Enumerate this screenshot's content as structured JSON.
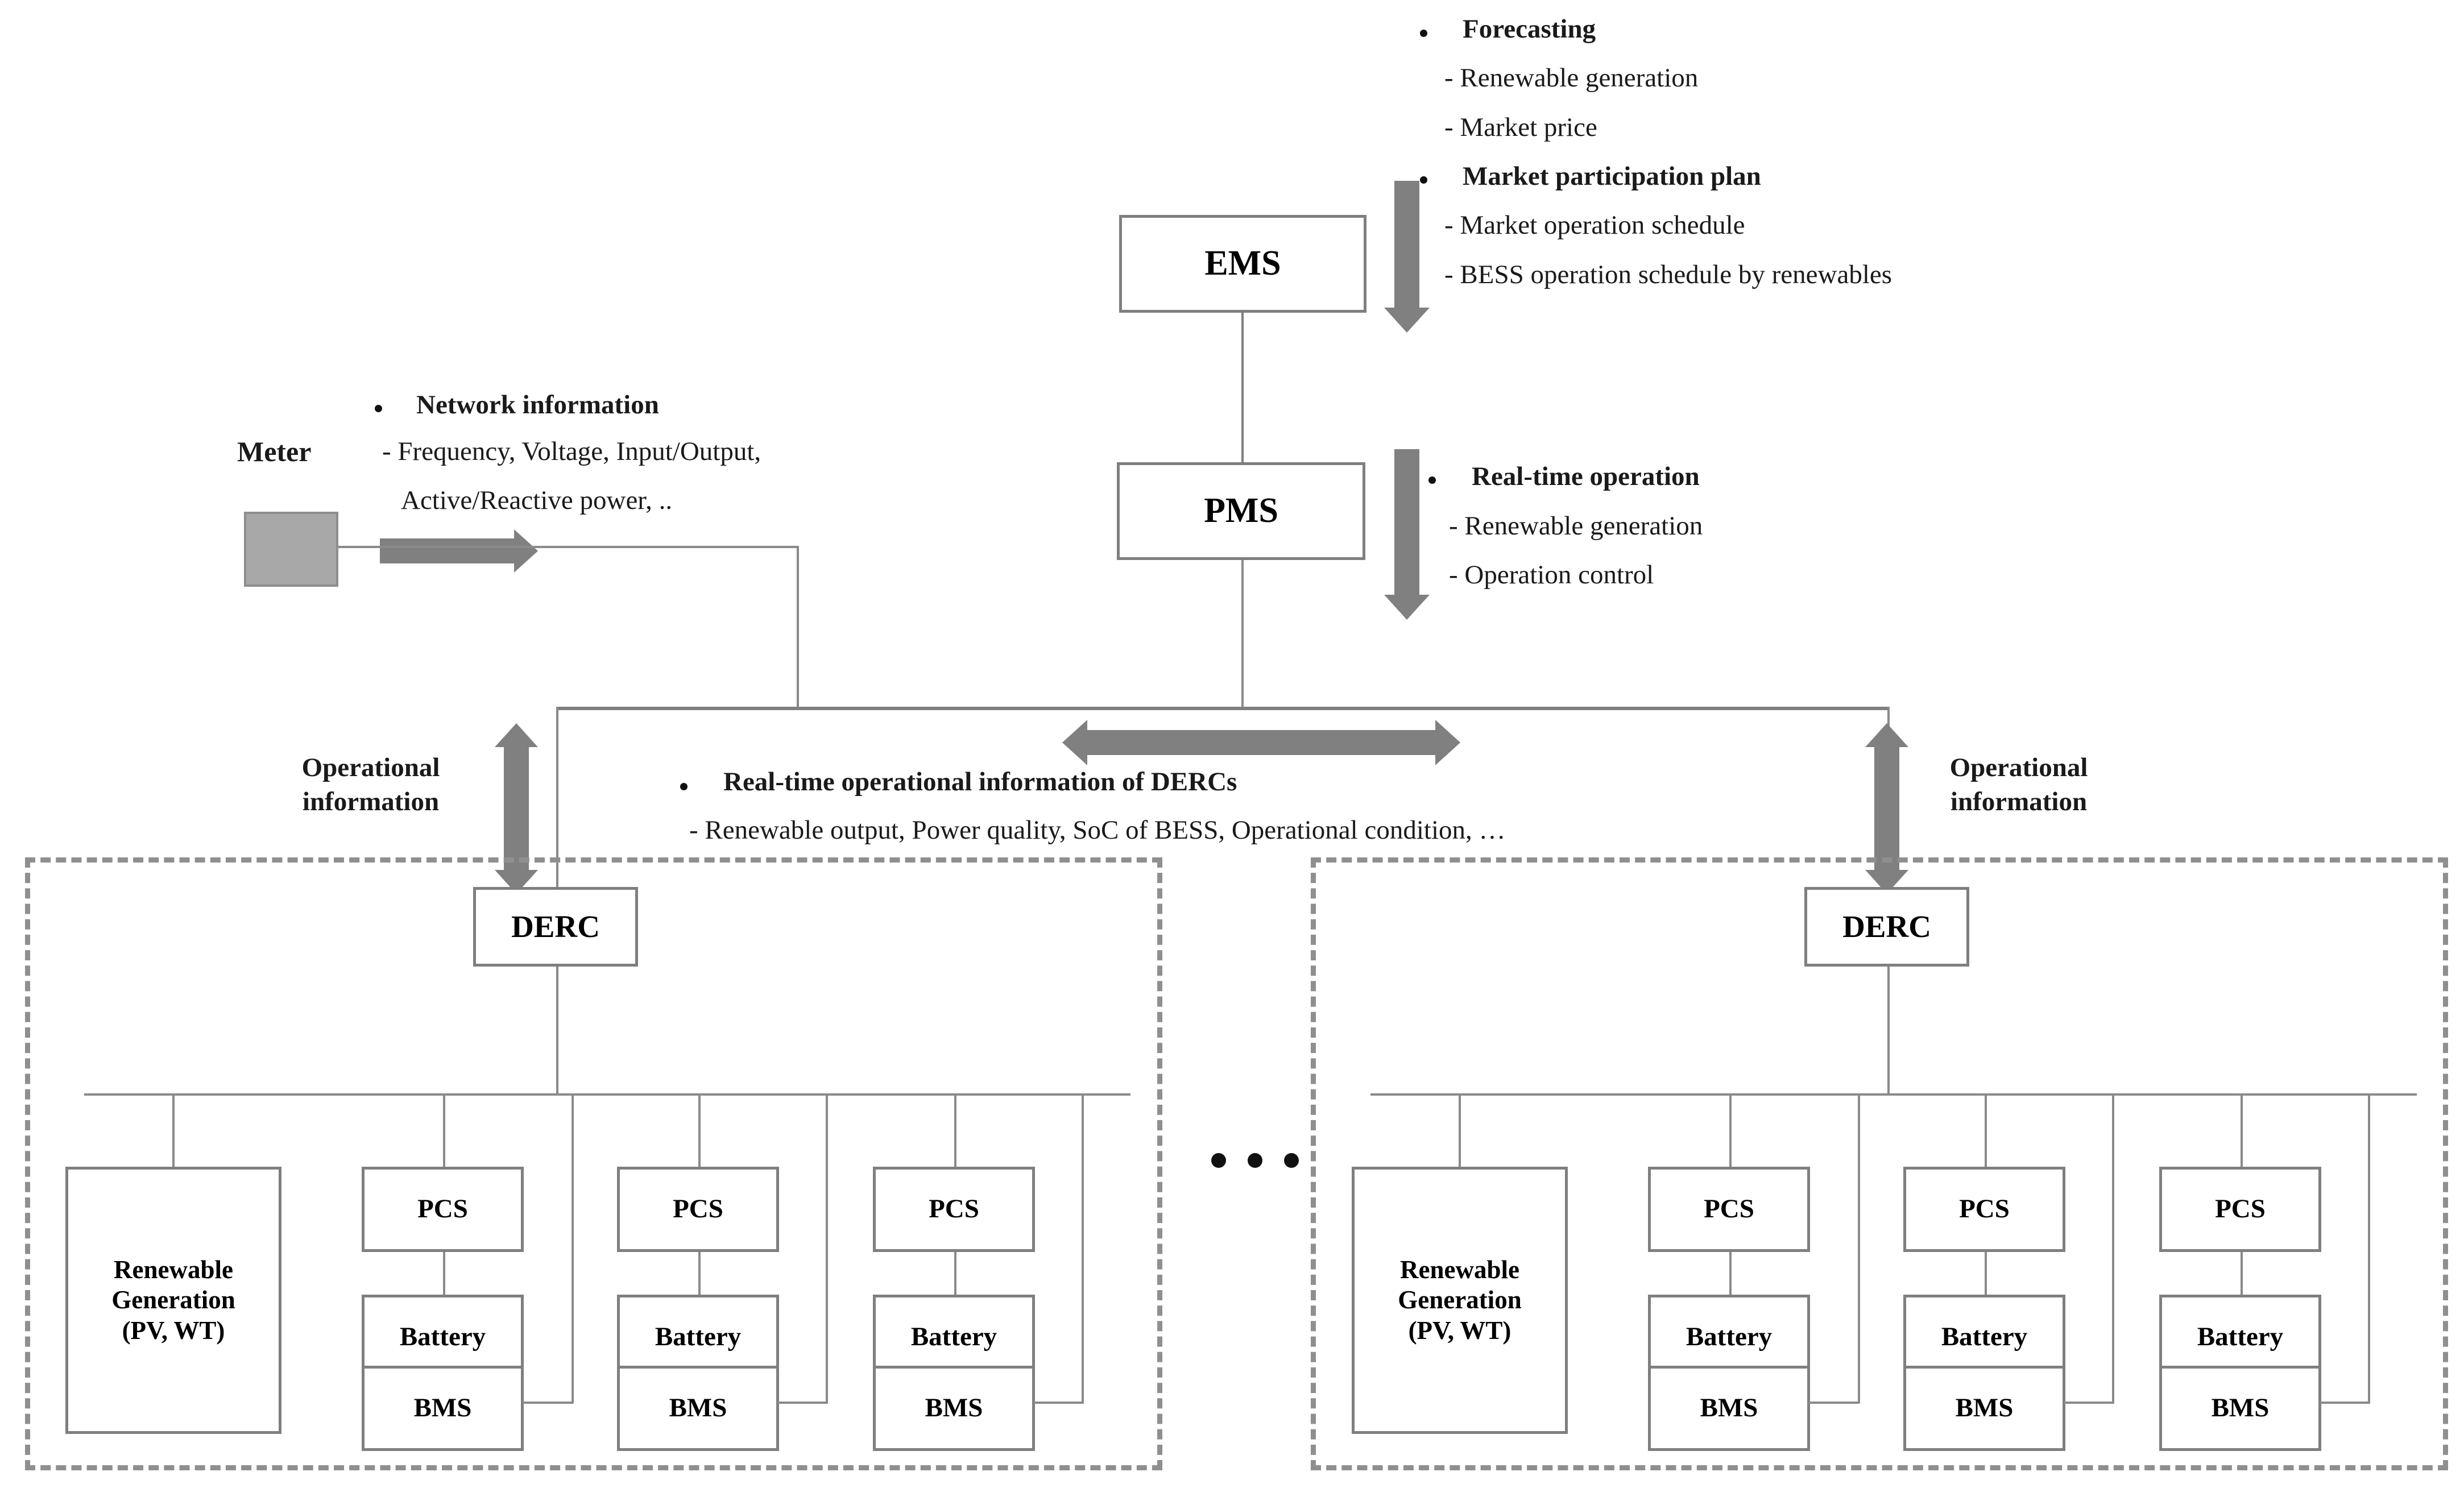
{
  "nodes": {
    "ems": "EMS",
    "pms": "PMS",
    "derc": "DERC",
    "meter": "Meter",
    "renewable": "Renewable\nGeneration\n(PV, WT)",
    "renewable_line1": "Renewable",
    "renewable_line2": "Generation",
    "renewable_line3": "(PV, WT)",
    "pcs": "PCS",
    "battery": "Battery",
    "bms": "BMS"
  },
  "annotations": {
    "ems_block": {
      "groups": [
        {
          "heading": "Forecasting",
          "items": [
            "- Renewable generation",
            "- Market price"
          ]
        },
        {
          "heading": "Market participation plan",
          "items": [
            "- Market operation schedule",
            "- BESS operation schedule by renewables"
          ]
        }
      ]
    },
    "pms_block": {
      "groups": [
        {
          "heading": "Real-time operation",
          "items": [
            "- Renewable generation",
            "- Operation control"
          ]
        }
      ]
    },
    "meter_block": {
      "groups": [
        {
          "heading": "Network information",
          "items": [
            "- Frequency, Voltage, Input/Output,",
            "Active/Reactive power, .."
          ]
        }
      ]
    },
    "derc_block": {
      "groups": [
        {
          "heading": "Real-time operational information of DERCs",
          "items": [
            "- Renewable output, Power quality, SoC of BESS, Operational condition, …"
          ]
        }
      ]
    },
    "operational_information_left_l1": "Operational",
    "operational_information_left_l2": "information",
    "operational_information_right_l1": "Operational",
    "operational_information_right_l2": "information",
    "continuation_ellipsis": "• • •"
  },
  "colors": {
    "line": "#7f7f7f",
    "arrow_fill": "#808080",
    "dashed_border": "#8f8f8f",
    "meter_fill": "#a8a8a8",
    "text": "#1a1a1a",
    "background": "#ffffff"
  }
}
